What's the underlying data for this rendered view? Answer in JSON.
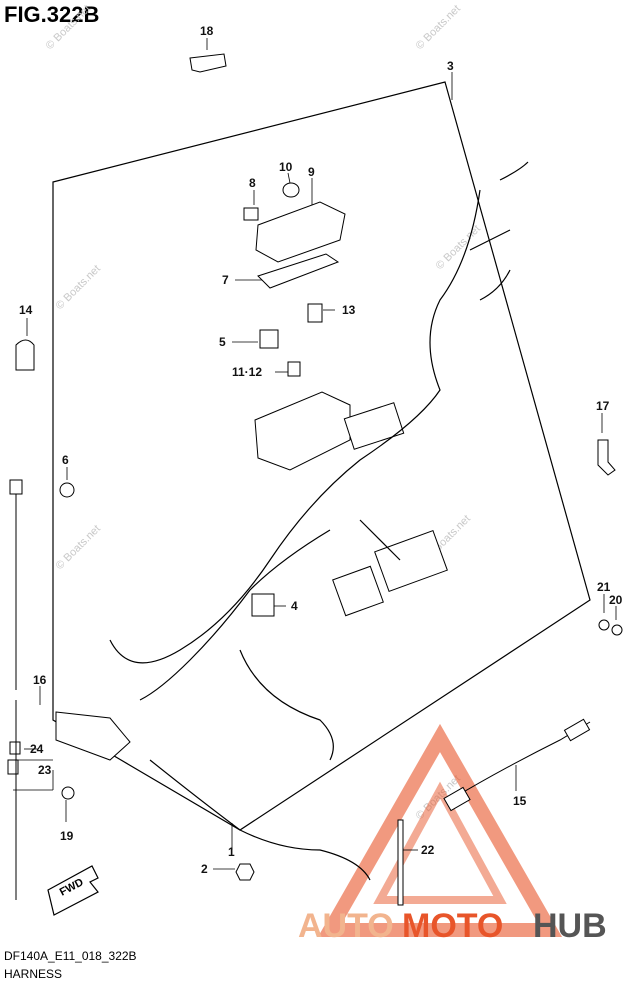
{
  "figure": {
    "title": "FIG.322B"
  },
  "footer": {
    "code": "DF140A_E11_018_322B",
    "name": "HARNESS"
  },
  "callouts": [
    "18",
    "3",
    "10",
    "9",
    "8",
    "7",
    "13",
    "14",
    "5",
    "11·12",
    "6",
    "17",
    "4",
    "21",
    "20",
    "16",
    "24",
    "23",
    "15",
    "2",
    "1",
    "19",
    "22"
  ],
  "fwd_label": "FWD",
  "watermark": "© Boats.net",
  "brand": {
    "part1": "AUTO",
    "part2": "MOTO",
    "part3": "HUB",
    "color1": "#f2b48e",
    "color2": "#e8552a",
    "color3": "#555555",
    "logo_color": "#e8552a"
  }
}
